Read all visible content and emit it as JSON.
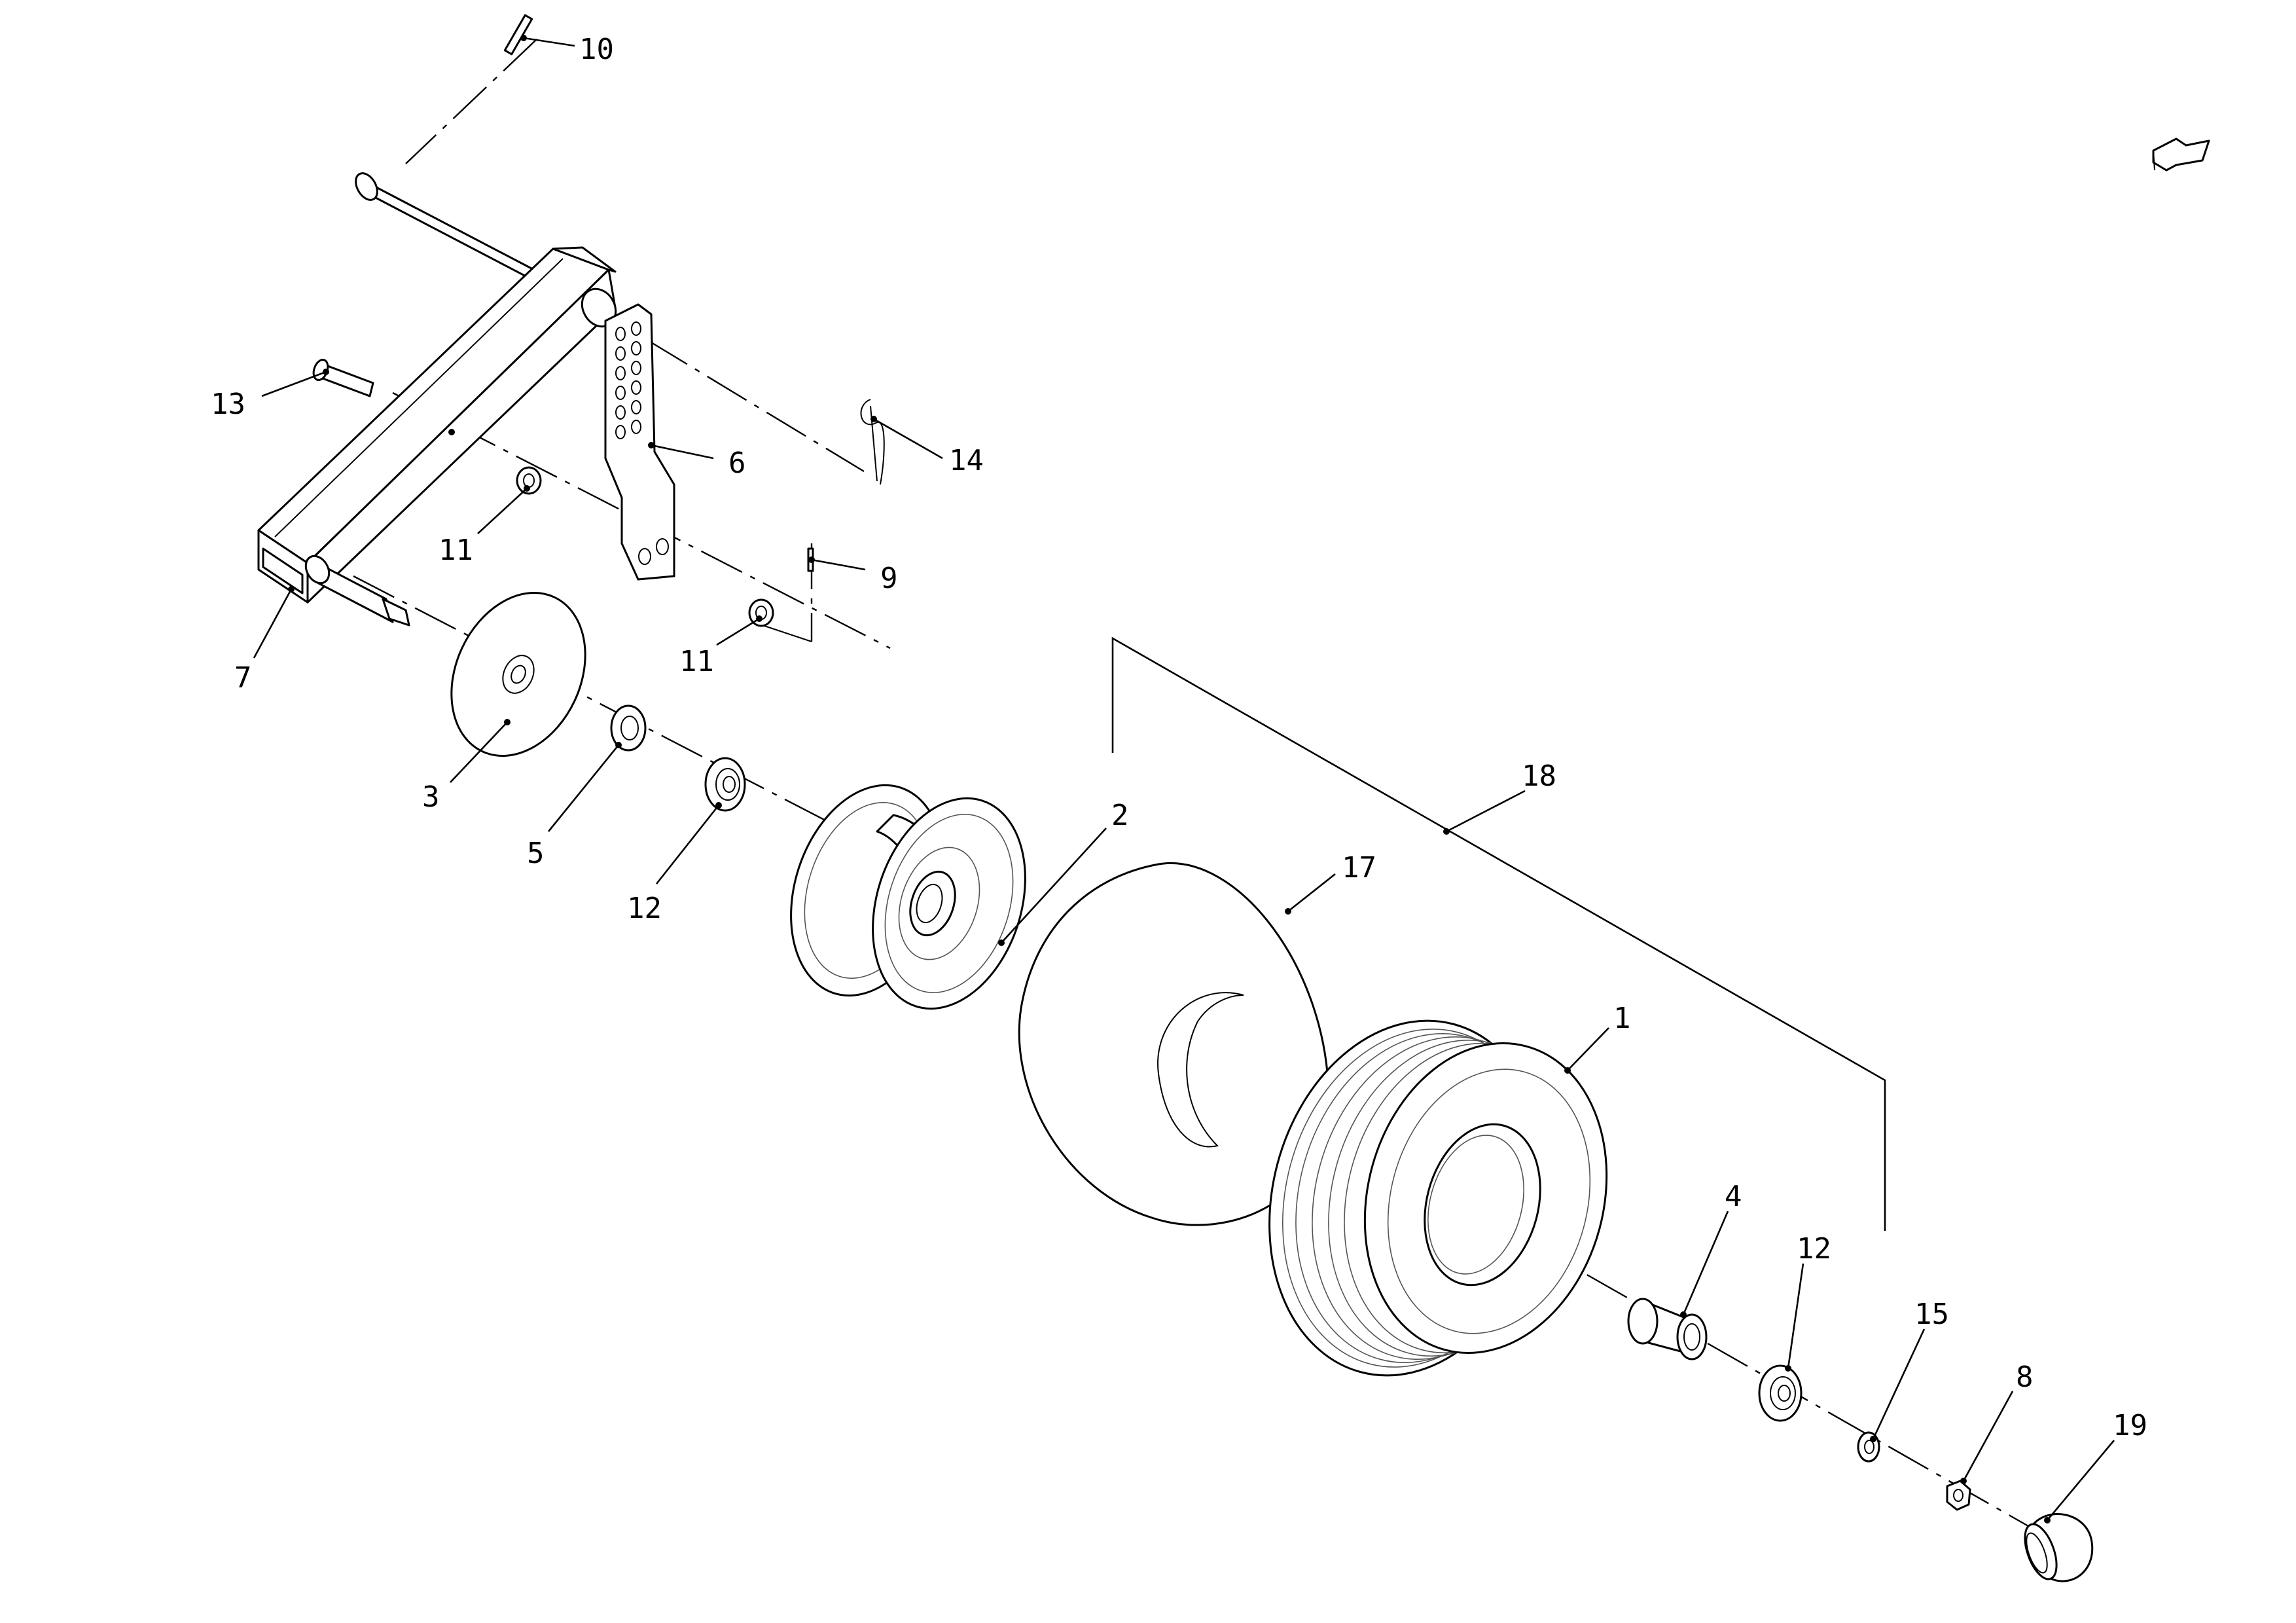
{
  "diagram": {
    "callouts": [
      {
        "key": "c1",
        "label": "1"
      },
      {
        "key": "c2",
        "label": "2"
      },
      {
        "key": "c3",
        "label": "3"
      },
      {
        "key": "c4",
        "label": "4"
      },
      {
        "key": "c5",
        "label": "5"
      },
      {
        "key": "c6",
        "label": "6"
      },
      {
        "key": "c7",
        "label": "7"
      },
      {
        "key": "c8",
        "label": "8"
      },
      {
        "key": "c9",
        "label": "9"
      },
      {
        "key": "c10",
        "label": "10"
      },
      {
        "key": "c11a",
        "label": "11"
      },
      {
        "key": "c11b",
        "label": "11"
      },
      {
        "key": "c12a",
        "label": "12"
      },
      {
        "key": "c12b",
        "label": "12"
      },
      {
        "key": "c13",
        "label": "13"
      },
      {
        "key": "c14",
        "label": "14"
      },
      {
        "key": "c15",
        "label": "15"
      },
      {
        "key": "c17",
        "label": "17"
      },
      {
        "key": "c18",
        "label": "18"
      },
      {
        "key": "c19",
        "label": "19"
      }
    ]
  }
}
